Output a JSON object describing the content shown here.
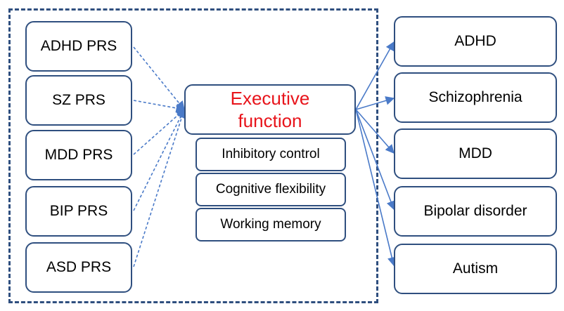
{
  "colors": {
    "border": "#2f4f7f",
    "arrow": "#4a7ac8",
    "highlight_text": "#e8141b"
  },
  "inputs": [
    "ADHD PRS",
    "SZ PRS",
    "MDD PRS",
    "BIP PRS",
    "ASD PRS"
  ],
  "mediator": {
    "title": "Executive\nfunction",
    "components": [
      "Inhibitory control",
      "Cognitive flexibility",
      "Working memory"
    ]
  },
  "outcomes": [
    "ADHD",
    "Schizophrenia",
    "MDD",
    "Bipolar disorder",
    "Autism"
  ]
}
